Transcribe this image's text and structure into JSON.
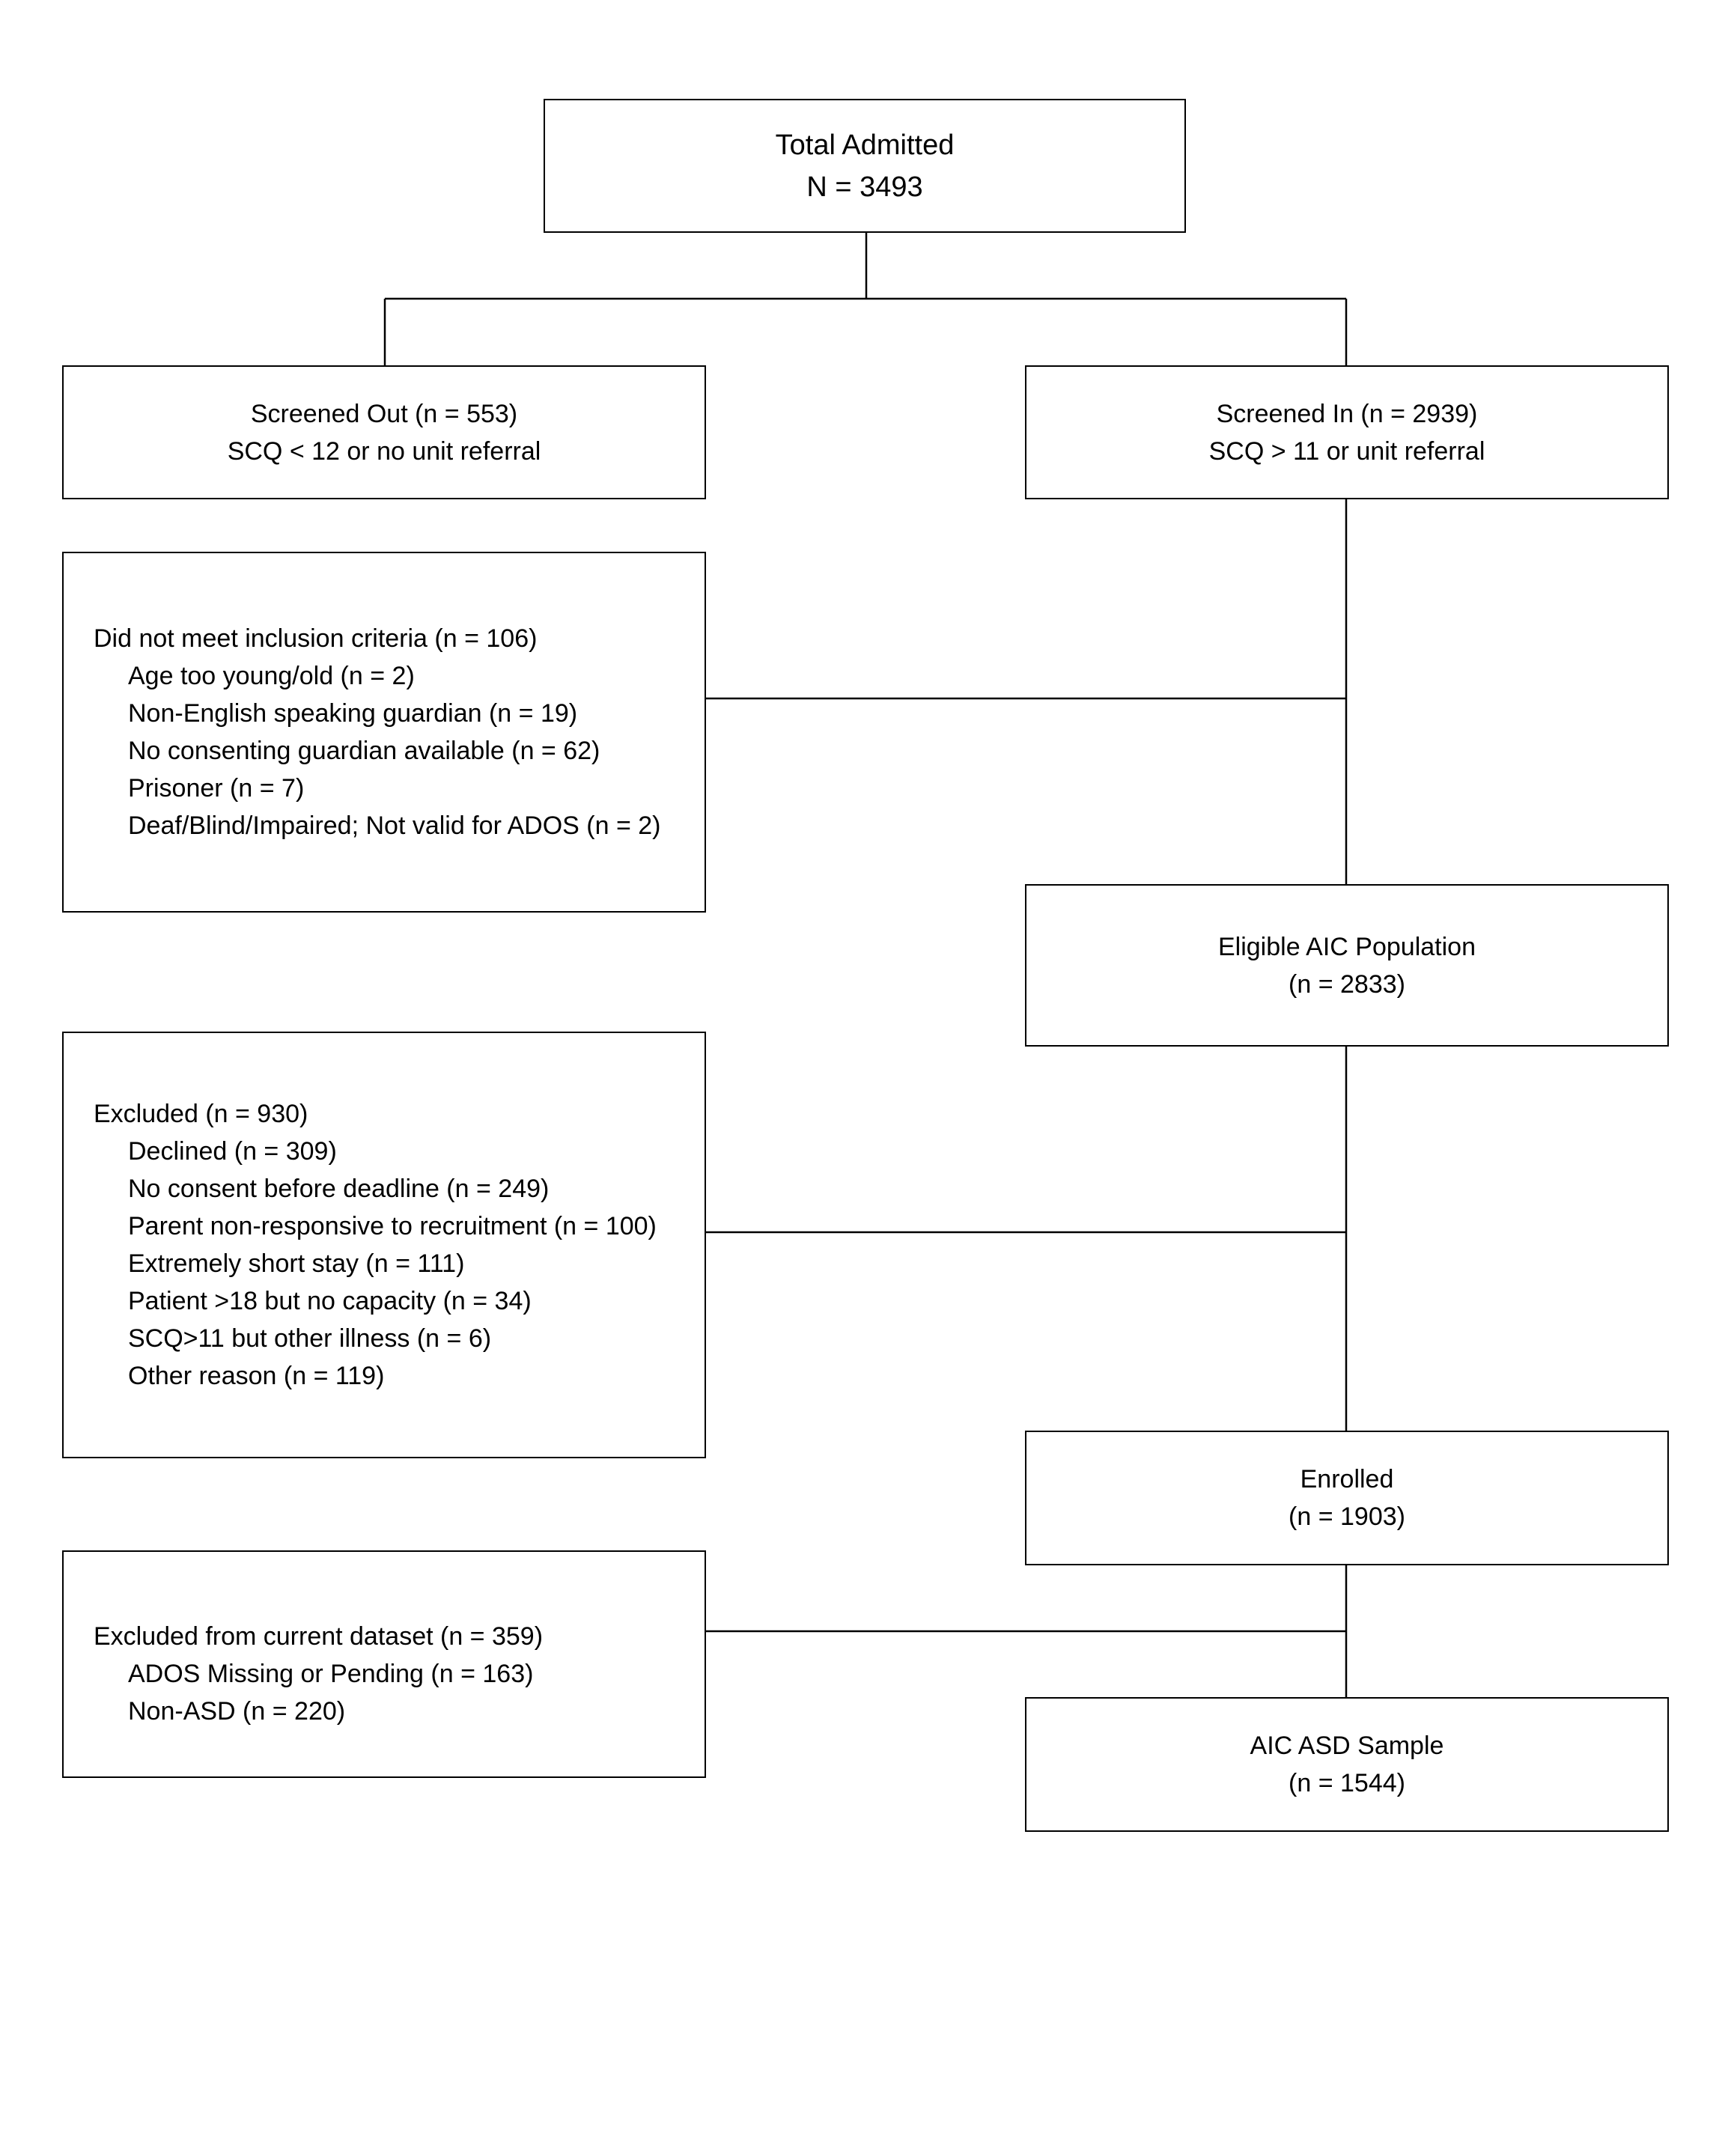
{
  "total": {
    "line1": "Total Admitted",
    "line2": "N = 3493"
  },
  "screened_out": {
    "line1": "Screened Out (n = 553)",
    "line2": "SCQ < 12 or no unit referral"
  },
  "screened_in": {
    "line1": "Screened In (n = 2939)",
    "line2": "SCQ > 11 or unit referral"
  },
  "not_included": {
    "header": "Did not meet inclusion criteria (n = 106)",
    "items": [
      "Age too young/old (n = 2)",
      "Non-English speaking guardian (n = 19)",
      "No consenting guardian available (n = 62)",
      "Prisoner (n = 7)",
      "Deaf/Blind/Impaired; Not valid for ADOS (n = 2)"
    ]
  },
  "eligible": {
    "line1": "Eligible AIC Population",
    "line2": "(n = 2833)"
  },
  "excluded": {
    "header": "Excluded (n = 930)",
    "items": [
      "Declined (n = 309)",
      "No consent before deadline (n = 249)",
      "Parent non-responsive to recruitment (n = 100)",
      "Extremely short stay (n = 111)",
      "Patient >18 but no capacity (n = 34)",
      "SCQ>11 but other illness (n = 6)",
      "Other reason (n = 119)"
    ]
  },
  "enrolled": {
    "line1": "Enrolled",
    "line2": "(n = 1903)"
  },
  "excluded_dataset": {
    "header": "Excluded from current dataset (n = 359)",
    "items": [
      "ADOS Missing or Pending (n = 163)",
      "Non-ASD (n = 220)"
    ]
  },
  "asd_sample": {
    "line1": "AIC ASD Sample",
    "line2": "(n = 1544)"
  }
}
